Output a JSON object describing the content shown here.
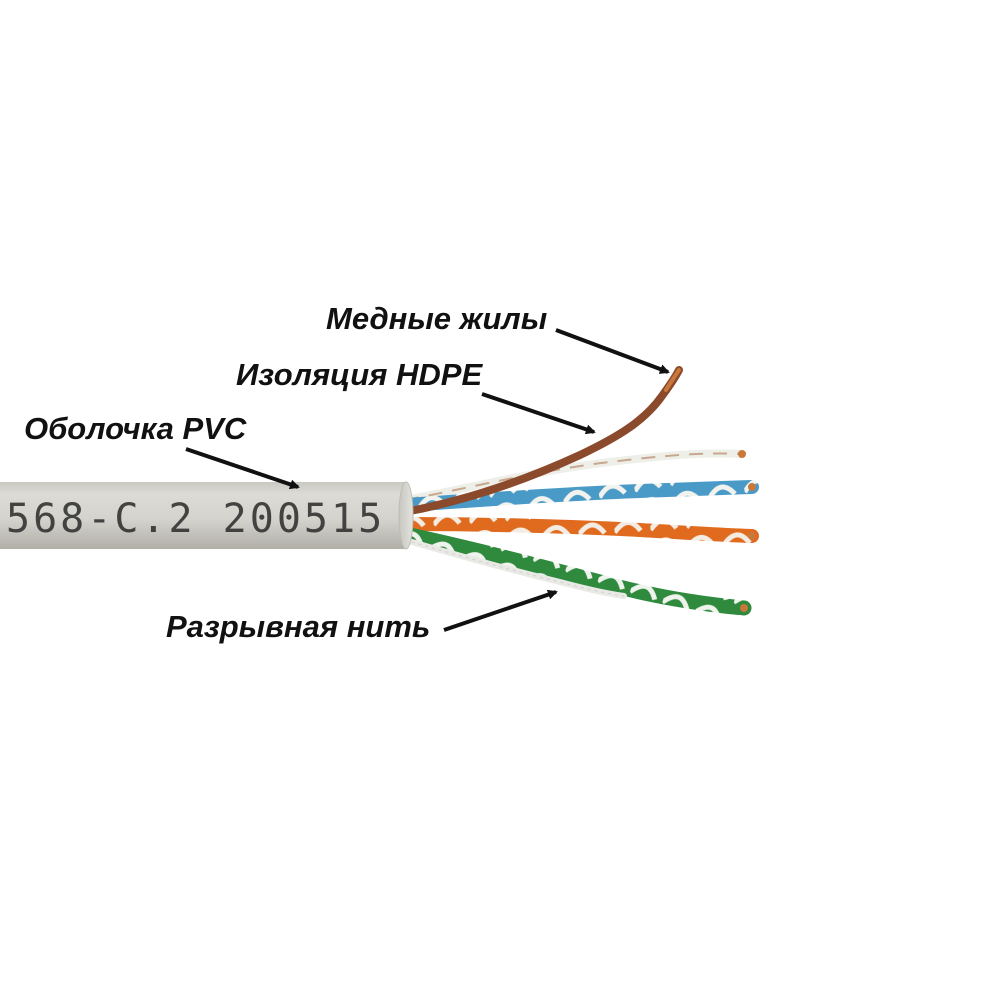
{
  "labels": {
    "copper_cores": "Медные жилы",
    "hdpe_insulation": "Изоляция HDPE",
    "pvc_jacket": "Оболочка PVC",
    "rip_cord": "Разрывная нить"
  },
  "jacket_marking": "568-C.2 200515",
  "colors": {
    "jacket": "#d6d5cf",
    "jacket_shadow": "#b4b2aa",
    "marking_ink": "#2a2a2a",
    "brown": "#8b4a2b",
    "blue": "#4a9ac8",
    "orange": "#e06b1f",
    "green": "#2f8a3e",
    "stripe_white": "#f2f2ee",
    "copper": "#c8783a",
    "rip_cord": "#e9e9e6",
    "arrow": "#111111"
  }
}
